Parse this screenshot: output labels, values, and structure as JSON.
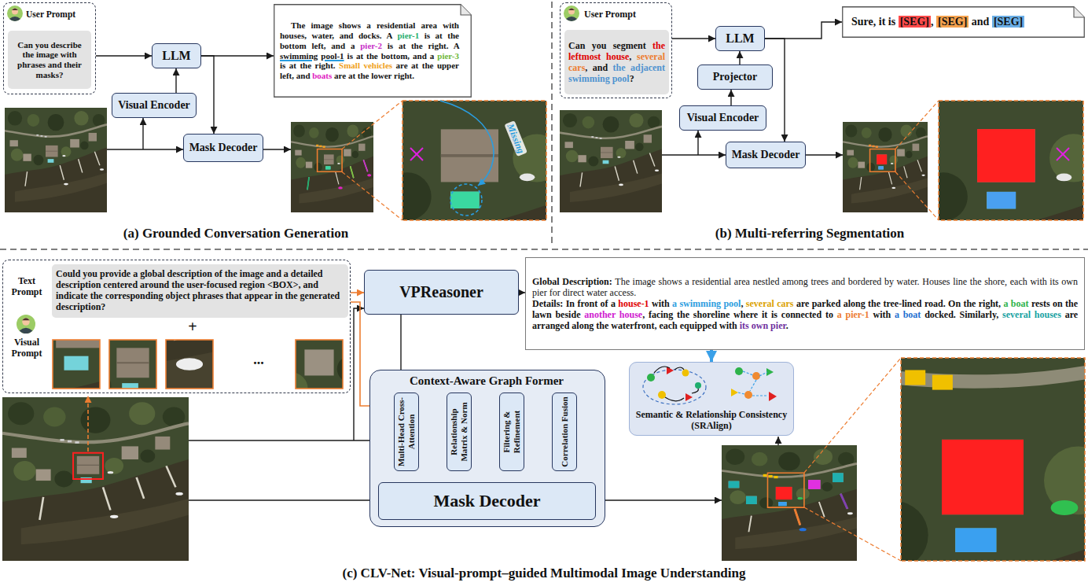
{
  "diagram": {
    "nodes": [
      {
        "text": [
          "User Prompt"
        ]
      },
      {
        "text": [
          "Can you describe the image with phrases and their masks?"
        ],
        "in": 0
      },
      {
        "text": [
          "LLM"
        ]
      },
      {
        "text": [
          "Visual Encoder"
        ]
      },
      {
        "text": [
          "Mask Decoder"
        ]
      },
      {
        "text": [
          "The image shows a residential area with houses, water, and docks. A",
          "pier-1",
          "is at the bottom left, and a",
          "pier-2",
          "is at the right. A",
          "swimming pool-1",
          "is at the bottom, and a",
          "pier-3",
          "is at the right.",
          "Small vehicles",
          "are at the upper left, and",
          "boats",
          "are at the lower right."
        ]
      },
      {
        "text": [
          "User Prompt"
        ]
      },
      {
        "text": [
          "Can you segment",
          "the leftmost house",
          ",",
          "several cars",
          ", and",
          "the adjacent swimming pool",
          "?"
        ],
        "in": 6
      },
      {
        "text": [
          "LLM"
        ]
      },
      {
        "text": [
          "Projector"
        ]
      },
      {
        "text": [
          "Visual Encoder"
        ]
      },
      {
        "text": [
          "Mask Decoder"
        ]
      },
      {
        "text": [
          "Sure, it is",
          "[SEG]",
          ",",
          "[SEG]",
          "and",
          "[SEG]"
        ]
      },
      {
        "text": [
          "Text Prompt",
          "Visual Prompt",
          "+",
          "..."
        ]
      },
      {
        "text": [
          "Could you provide a global description of the image and a detailed description centered around the user-focused region <BOX>, and indicate the corresponding object phrases that appear in the generated description?"
        ],
        "in": 13
      },
      {
        "text": [
          "VPReasoner"
        ]
      },
      {
        "text": [
          "Global Description:",
          "The image shows a residential area nestled among trees and bordered by water. Houses line the shore, each with its own pier for direct water access.",
          "Details: In front of a",
          "house-1",
          "with",
          "a swimming pool",
          ",",
          "several cars",
          "are parked along the tree-lined road. On the right,",
          "a boat",
          "rests on the lawn beside",
          "another house",
          ", facing the shoreline where it is connected to",
          "a pier-1",
          "with",
          "a boat",
          "docked. Similarly,",
          "several houses",
          "are arranged along the waterfront, each equipped with",
          "its own pier",
          "."
        ]
      },
      {
        "text": [
          "Context-Aware Graph Former"
        ]
      },
      {
        "text": [
          "Multi-Head Cross-Attention"
        ],
        "in": 17
      },
      {
        "text": [
          "Relationship Matrix & Norm"
        ],
        "in": 17
      },
      {
        "text": [
          "Filtering & Refinement"
        ],
        "in": 17
      },
      {
        "text": [
          "Correlation Fusion"
        ],
        "in": 17
      },
      {
        "text": [
          "Mask Decoder"
        ],
        "in": 17
      },
      {
        "text": [
          "Semantic & Relationship Consistency (SRAlign)"
        ]
      }
    ],
    "edges": [
      {
        "from": 0,
        "to": 2,
        "arrow": "to"
      },
      {
        "from": 3,
        "to": 2,
        "arrow": "to"
      },
      {
        "from": 2,
        "to": 5,
        "arrow": "to"
      },
      {
        "from": 2,
        "to": 4,
        "arrow": "to"
      },
      {
        "from": 6,
        "to": 8,
        "arrow": "to"
      },
      {
        "from": 9,
        "to": 8,
        "arrow": "to"
      },
      {
        "from": 10,
        "to": 9,
        "arrow": "to"
      },
      {
        "from": 8,
        "to": 12,
        "arrow": "to"
      },
      {
        "from": 8,
        "to": 11,
        "arrow": "to"
      },
      {
        "from": 13,
        "to": 15,
        "arrow": "to"
      },
      {
        "from": 13,
        "to": 18,
        "arrow": "to"
      },
      {
        "from": 15,
        "to": 16,
        "arrow": "to"
      },
      {
        "from": 15,
        "to": 18,
        "arrow": "to"
      },
      {
        "from": 18,
        "to": 19,
        "arrow": "to"
      },
      {
        "from": 19,
        "to": 20,
        "arrow": "to"
      },
      {
        "from": 20,
        "to": 21,
        "arrow": "to"
      },
      {
        "from": 19,
        "to": 22,
        "arrow": "to"
      },
      {
        "from": 16,
        "to": 23,
        "arrow": "to"
      }
    ],
    "labels": [
      "Missing",
      "(a) Grounded Conversation Generation",
      "(b) Multi-referring Segmentation",
      "(c) CLV-Net: Visual-prompt–guided Multimodal Image Understanding"
    ]
  }
}
